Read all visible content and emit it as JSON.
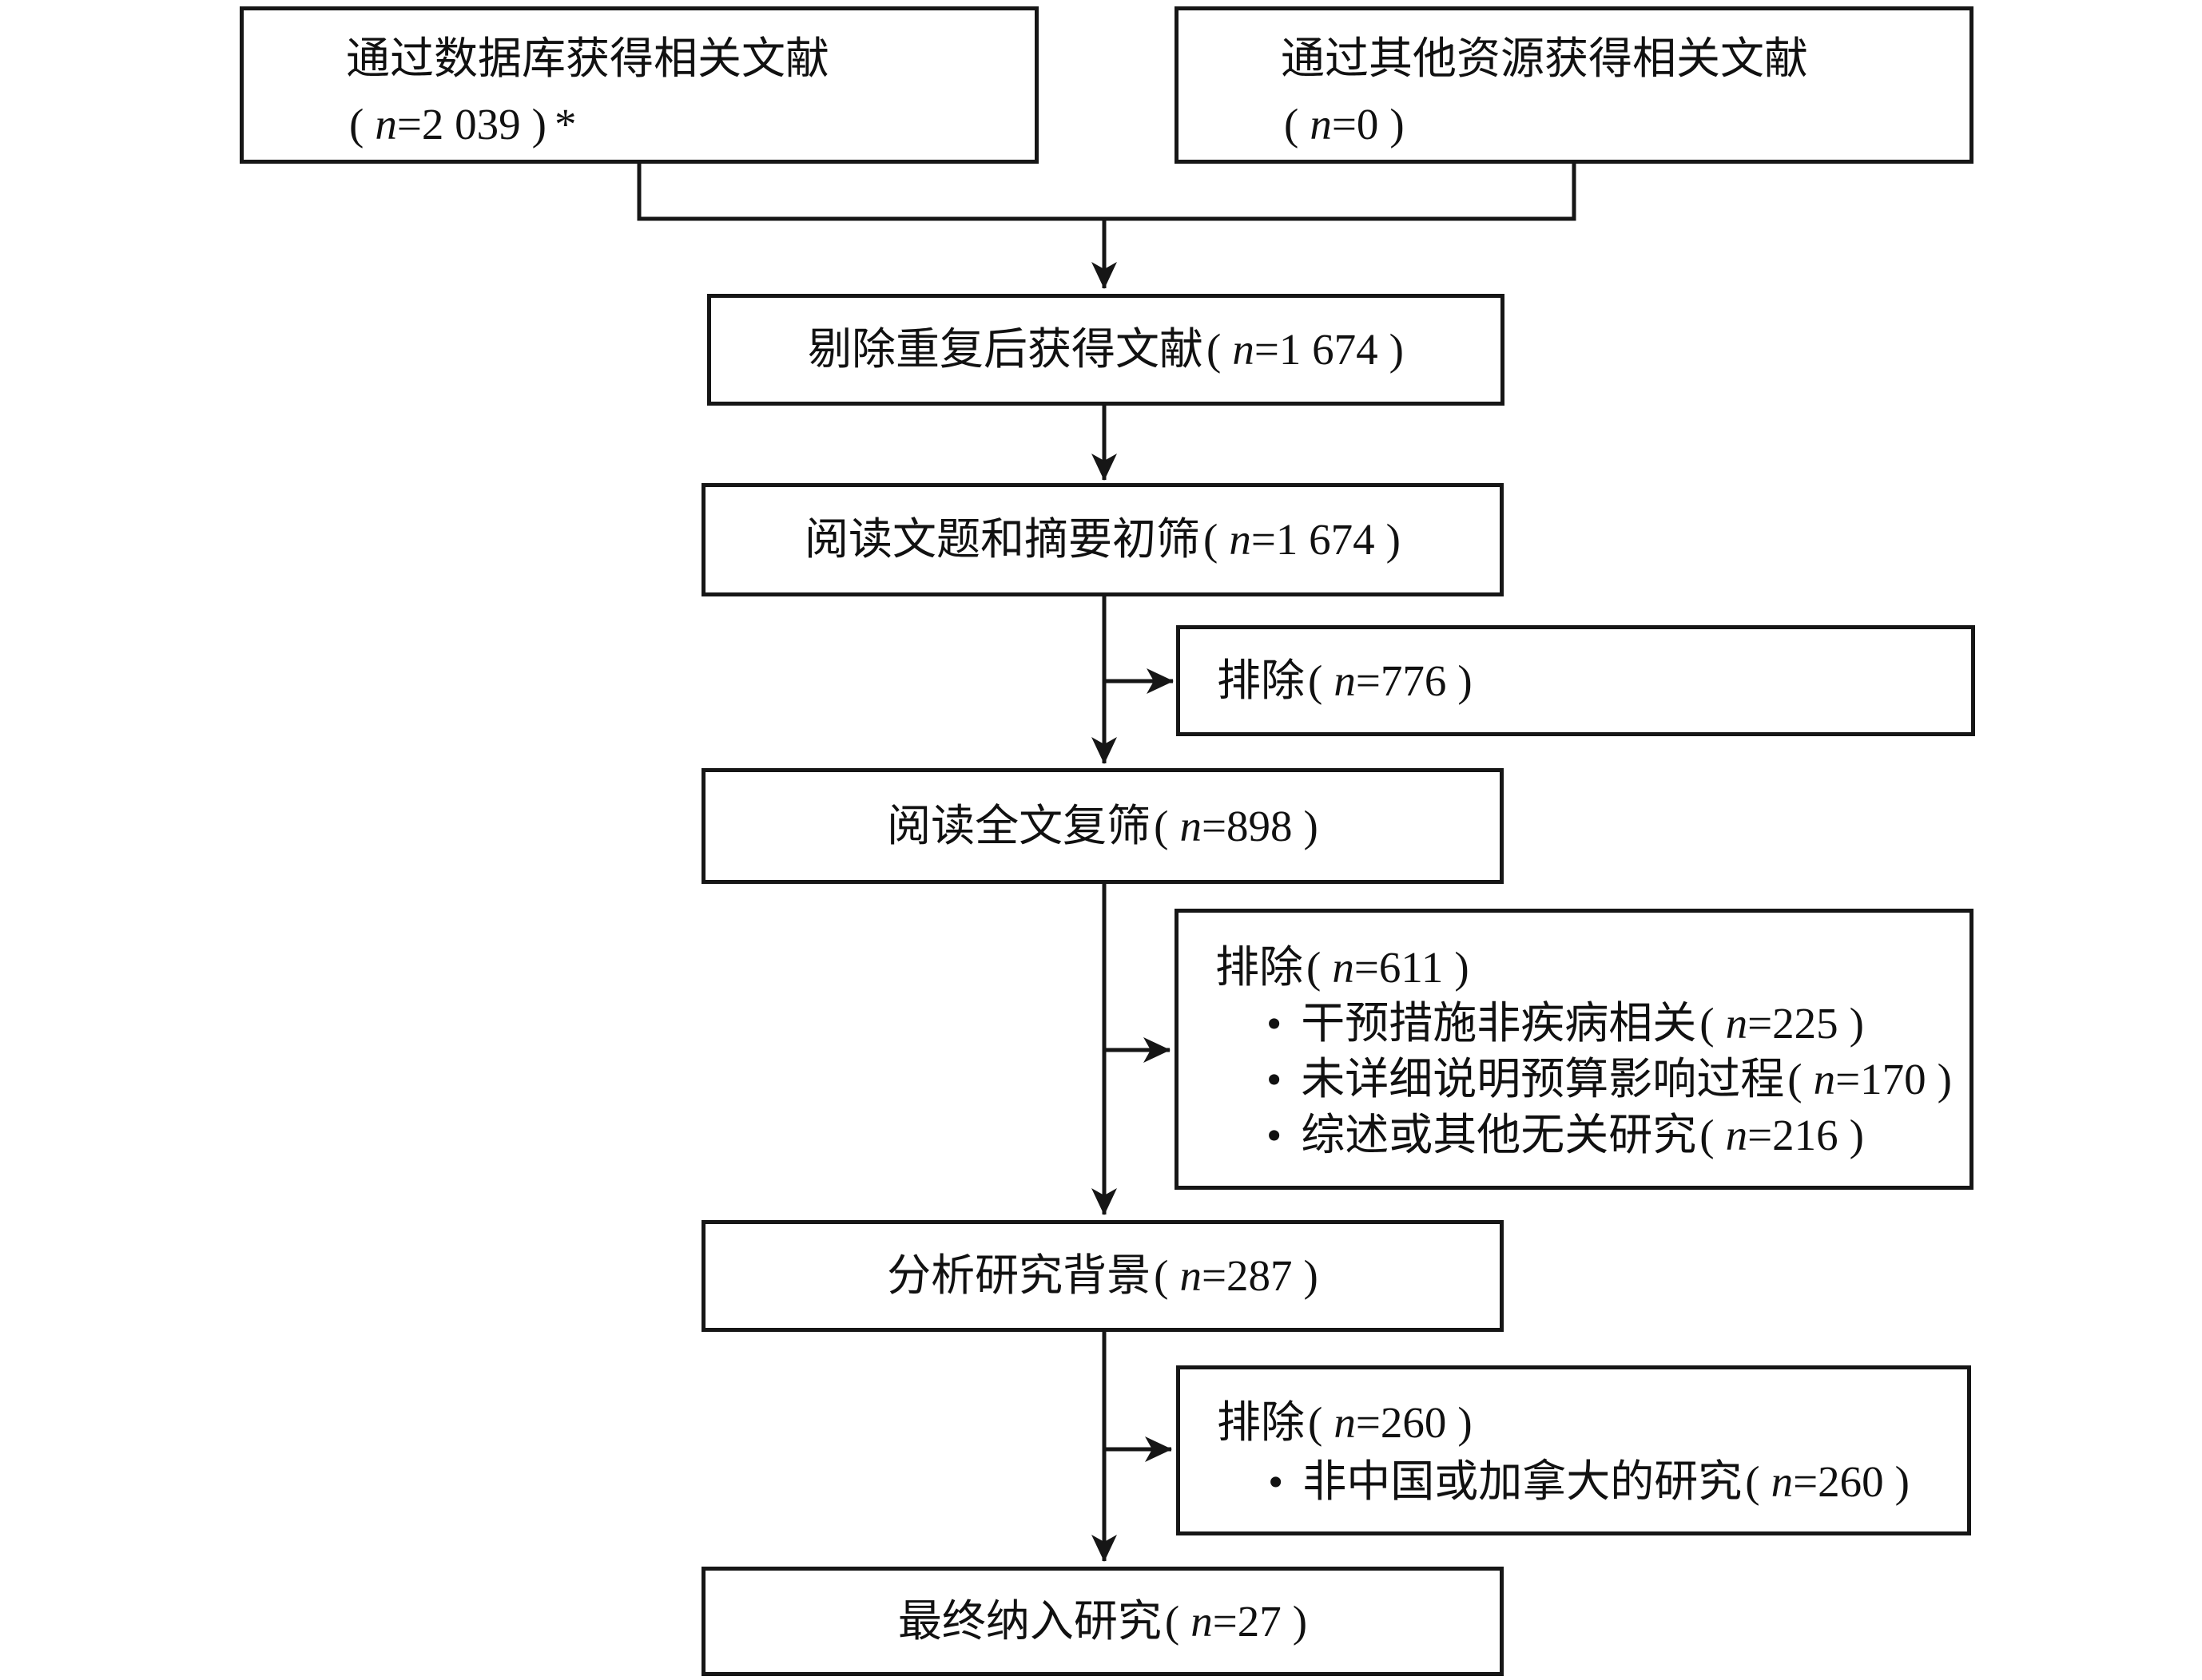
{
  "figure": {
    "type": "flowchart",
    "language": "zh-CN",
    "background": "#ffffff",
    "line_color": "#161616",
    "punct": {
      "open": "(",
      "close": ")",
      "var": "n",
      "eq": "=",
      "bullet": "•"
    },
    "boxes": {
      "db_source": {
        "label": "通过数据库获得相关文献",
        "value": "2 039",
        "suffix": "*"
      },
      "other_source": {
        "label": "通过其他资源获得相关文献",
        "value": "0",
        "suffix": ""
      },
      "dedup": {
        "label": "剔除重复后获得文献",
        "value": "1 674"
      },
      "title_abstract_screen": {
        "label": "阅读文题和摘要初筛",
        "value": "1 674"
      },
      "excluded_title_abstract": {
        "label": "排除",
        "value": "776"
      },
      "fulltext_screen": {
        "label": "阅读全文复筛",
        "value": "898"
      },
      "excluded_fulltext": {
        "label": "排除",
        "value": "611",
        "reasons": [
          {
            "label": "干预措施非疾病相关",
            "value": "225"
          },
          {
            "label": "未详细说明预算影响过程",
            "value": "170"
          },
          {
            "label": "综述或其他无关研究",
            "value": "216"
          }
        ]
      },
      "context_analysis": {
        "label": "分析研究背景",
        "value": "287"
      },
      "excluded_context": {
        "label": "排除",
        "value": "260",
        "reasons": [
          {
            "label": "非中国或加拿大的研究",
            "value": "260"
          }
        ]
      },
      "included": {
        "label": "最终纳入研究",
        "value": "27"
      }
    }
  }
}
